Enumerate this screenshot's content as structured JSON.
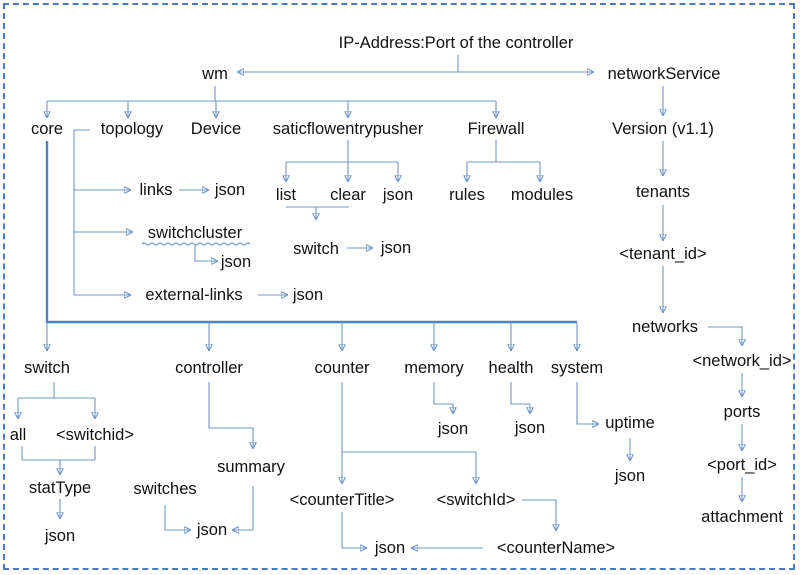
{
  "diagram": {
    "root": "IP-Address:Port of the controller",
    "wm": "wm",
    "networkService": "networkService",
    "core": "core",
    "topology": "topology",
    "device": "Device",
    "staticflowentrypusher": "saticflowentrypusher",
    "firewall": "Firewall",
    "links": "links",
    "links_json": "json",
    "switchcluster": "switchcluster",
    "switchcluster_json": "json",
    "external_links": "external-links",
    "external_links_json": "json",
    "sfep_list": "list",
    "sfep_clear": "clear",
    "sfep_json": "json",
    "sfep_switch": "switch",
    "sfep_switch_json": "json",
    "fw_rules": "rules",
    "fw_modules": "modules",
    "ns_version": "Version (v1.1)",
    "ns_tenants": "tenants",
    "ns_tenant_id": "<tenant_id>",
    "ns_networks": "networks",
    "ns_network_id": "<network_id>",
    "ns_ports": "ports",
    "ns_port_id": "<port_id>",
    "ns_attachment": "attachment",
    "switch": "switch",
    "switch_all": "all",
    "switch_switchid": "<switchid>",
    "switch_stattype": "statType",
    "switch_json": "json",
    "controller": "controller",
    "ctrl_switches": "switches",
    "ctrl_summary": "summary",
    "ctrl_json": "json",
    "counter": "counter",
    "counter_title": "<counterTitle>",
    "counter_switchid": "<switchId>",
    "counter_name": "<counterName>",
    "counter_json": "json",
    "memory": "memory",
    "memory_json": "json",
    "health": "health",
    "health_json": "json",
    "system": "system",
    "system_uptime": "uptime",
    "system_json": "json"
  }
}
